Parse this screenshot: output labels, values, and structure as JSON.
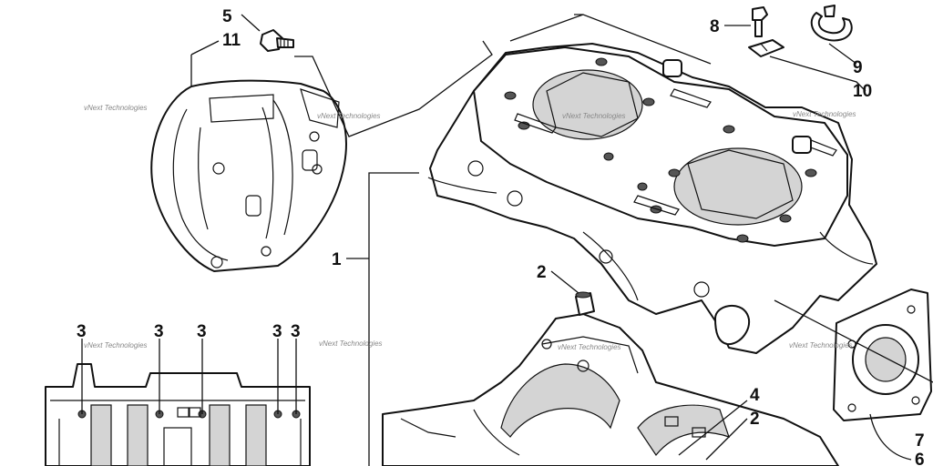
{
  "callouts": {
    "c1": "1",
    "c2a": "2",
    "c2b": "2",
    "c3a": "3",
    "c3b": "3",
    "c3c": "3",
    "c3d": "3",
    "c3e": "3",
    "c4": "4",
    "c5": "5",
    "c6": "6",
    "c7": "7",
    "c8": "8",
    "c9": "9",
    "c10": "10",
    "c11": "11"
  },
  "watermark": "vNext Technologies"
}
